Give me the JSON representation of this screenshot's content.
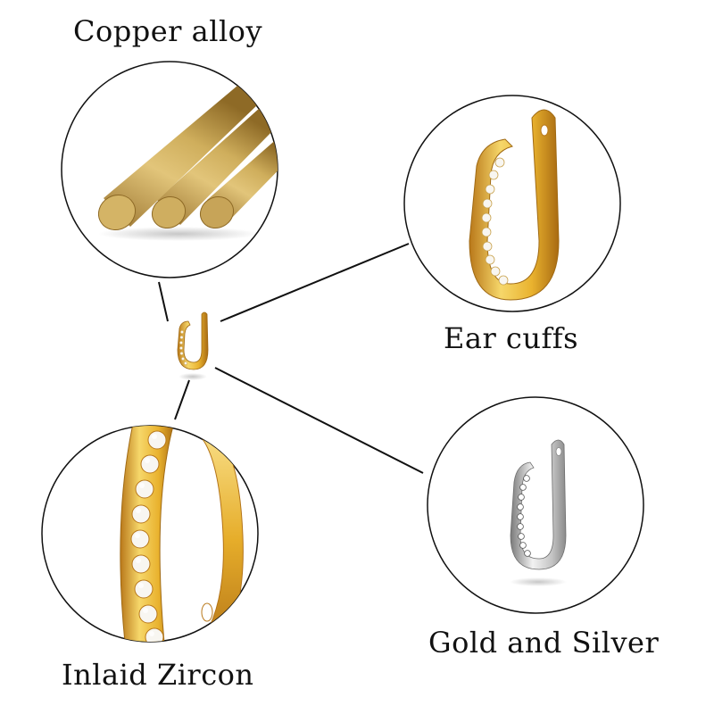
{
  "labels": {
    "copper_alloy": "Copper alloy",
    "ear_cuffs": "Ear cuffs",
    "gold_and_silver": "Gold and Silver",
    "inlaid_zircon": "Inlaid Zircon"
  },
  "colors": {
    "gold_light": "#f6d76a",
    "gold_mid": "#e9b22e",
    "gold_dark": "#b9781a",
    "brass_light": "#e9cf86",
    "brass_mid": "#c9a34e",
    "brass_dark": "#8e6a26",
    "silver_light": "#f2f2f2",
    "silver_mid": "#bfbfbf",
    "silver_dark": "#7a7a7a",
    "zircon": "#f8f6f1",
    "line": "#111111"
  }
}
